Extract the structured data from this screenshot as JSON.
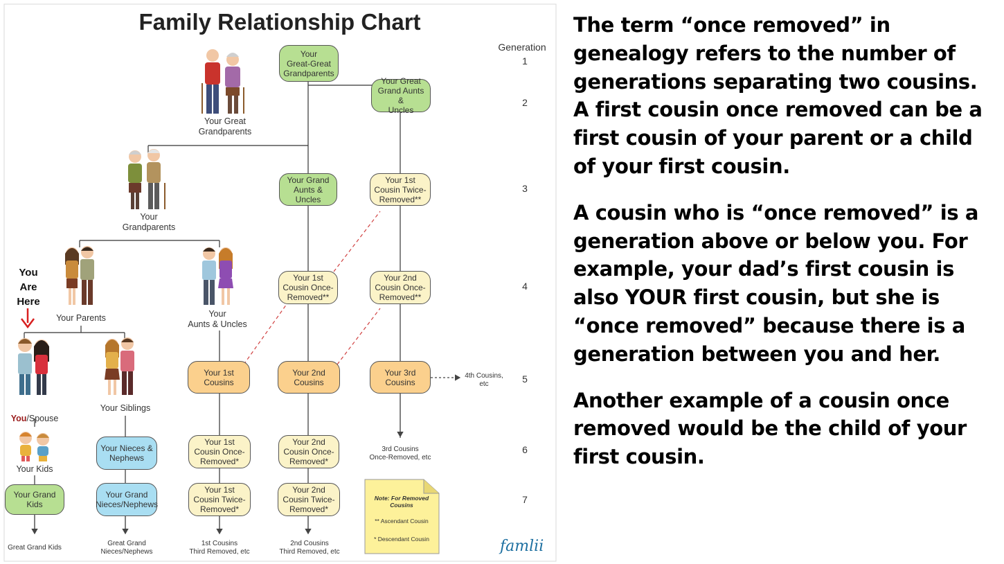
{
  "chart": {
    "title": "Family Relationship Chart",
    "generation_header": "Generation",
    "generations": [
      "1",
      "2",
      "3",
      "4",
      "5",
      "6",
      "7"
    ],
    "you_are_here": "You\nAre\nHere",
    "boxes": {
      "great_great_grandparents": "Your\nGreat-Great\nGrandparents",
      "great_grand_aunts": "Your Great\nGrand Aunts &\nUncles",
      "grand_aunts": "Your Grand\nAunts &\nUncles",
      "first_cousin_twice_removed_up": "Your 1st\nCousin Twice-\nRemoved**",
      "first_cousin_once_removed_up": "Your 1st\nCousin Once-\nRemoved**",
      "second_cousin_once_removed_up": "Your 2nd\nCousin Once-\nRemoved**",
      "first_cousins": "Your 1st\nCousins",
      "second_cousins": "Your 2nd\nCousins",
      "third_cousins": "Your 3rd\nCousins",
      "nieces_nephews": "Your Nieces &\nNephews",
      "first_cousin_once_removed_down": "Your 1st\nCousin Once-\nRemoved*",
      "second_cousin_once_removed_down": "Your 2nd\nCousin Once-\nRemoved*",
      "grand_kids": "Your Grand\nKids",
      "grand_nieces": "Your Grand\nNieces/Nephews",
      "first_cousin_twice_removed_down": "Your 1st\nCousin Twice-\nRemoved*",
      "second_cousin_twice_removed_down": "Your 2nd\nCousin Twice-\nRemoved*"
    },
    "labels": {
      "great_grandparents": "Your Great\nGrandparents",
      "grandparents": "Your\nGrandparents",
      "parents": "Your Parents",
      "aunts_uncles": "Your\nAunts & Uncles",
      "you_bold": "You",
      "spouse": "/Spouse",
      "siblings": "Your Siblings",
      "kids": "Your Kids",
      "fourth_cousins": "4th Cousins,\netc",
      "third_cousins_once_removed": "3rd Cousins\nOnce-Removed, etc",
      "great_grand_kids": "Great Grand Kids",
      "great_grand_nieces": "Great Grand\nNieces/Nephews",
      "first_cousins_third_removed": "1st Cousins\nThird Removed, etc",
      "second_cousins_third_removed": "2nd Cousins\nThird Removed, etc"
    },
    "note": {
      "title": "Note: For Removed\nCousins",
      "ascendant": "** Ascendant Cousin",
      "descendant": "* Descendant Cousin"
    },
    "logo": "famlii"
  },
  "text": {
    "p1": "The term “once removed” in genealogy refers to the number of generations separating two cousins. A first cousin once removed can be a first cousin of your parent or a child of your first cousin.",
    "p2": "A cousin who is “once removed” is a generation above or below you. For example, your dad’s first cousin is also YOUR first cousin, but she is “once removed” because there is a generation between you and her.",
    "p3": "Another example of a cousin once removed would be the child of your first cousin."
  },
  "colors": {
    "green": "#b7df92",
    "cream": "#fbf3c8",
    "orange": "#fbd08d",
    "blue": "#a9def2",
    "red_arrow": "#d81f1f",
    "dashed_red": "#d04040",
    "note_yellow": "#fdf19a"
  }
}
